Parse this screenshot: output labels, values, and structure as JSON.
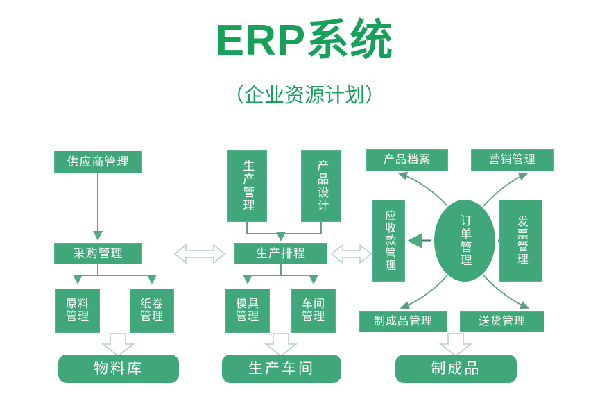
{
  "header": {
    "title": "ERP系统",
    "subtitle": "（企业资源计划）"
  },
  "theme": {
    "accent_green": "#17a05a",
    "node_fill": "#3fa779",
    "node_text": "#ffffff",
    "connector": "#6b9e86",
    "background": "#ffffff"
  },
  "nodes": {
    "supplier_mgmt": "供应商管理",
    "procurement_mgmt": "采购管理",
    "raw_material_mgmt": "原料\n管理",
    "paper_roll_mgmt": "纸卷\n管理",
    "material_warehouse": "物料库",
    "production_mgmt": "生产管理",
    "product_design": "产品设计",
    "production_scheduling": "生产排程",
    "mold_mgmt": "模具\n管理",
    "workshop_mgmt": "车间\n管理",
    "production_workshop": "生产车间",
    "product_archive": "产品档案",
    "marketing_mgmt": "营销管理",
    "receivables_mgmt": "应收款管理",
    "order_mgmt": "订单管理",
    "invoice_mgmt": "发票管理",
    "finished_goods_mgmt": "制成品管理",
    "delivery_mgmt": "送货管理",
    "finished_goods": "制成品"
  },
  "connectors": {
    "supplier_to_procurement": "arrow-down",
    "procurement_to_raw_material": "arrow-down",
    "procurement_to_paper_roll": "arrow-down",
    "raw_paper_to_warehouse": "block-arrow-down",
    "production_to_scheduling": "arrow-down",
    "design_to_scheduling": "arrow-down",
    "scheduling_to_mold": "arrow-down",
    "scheduling_to_workshop": "arrow-down",
    "mold_workshop_to_production_workshop": "block-arrow-down",
    "procurement_scheduling_link": "block-double-arrow",
    "scheduling_receivables_link": "block-double-arrow",
    "order_to_product_archive": "curved-arrow",
    "order_to_marketing": "curved-arrow",
    "order_to_receivables": "arrow-left",
    "order_to_invoice": "arrow-right",
    "order_to_finished_goods_mgmt": "curved-arrow",
    "order_to_delivery": "curved-arrow",
    "finished_delivery_to_finished_goods": "block-arrow-down"
  }
}
